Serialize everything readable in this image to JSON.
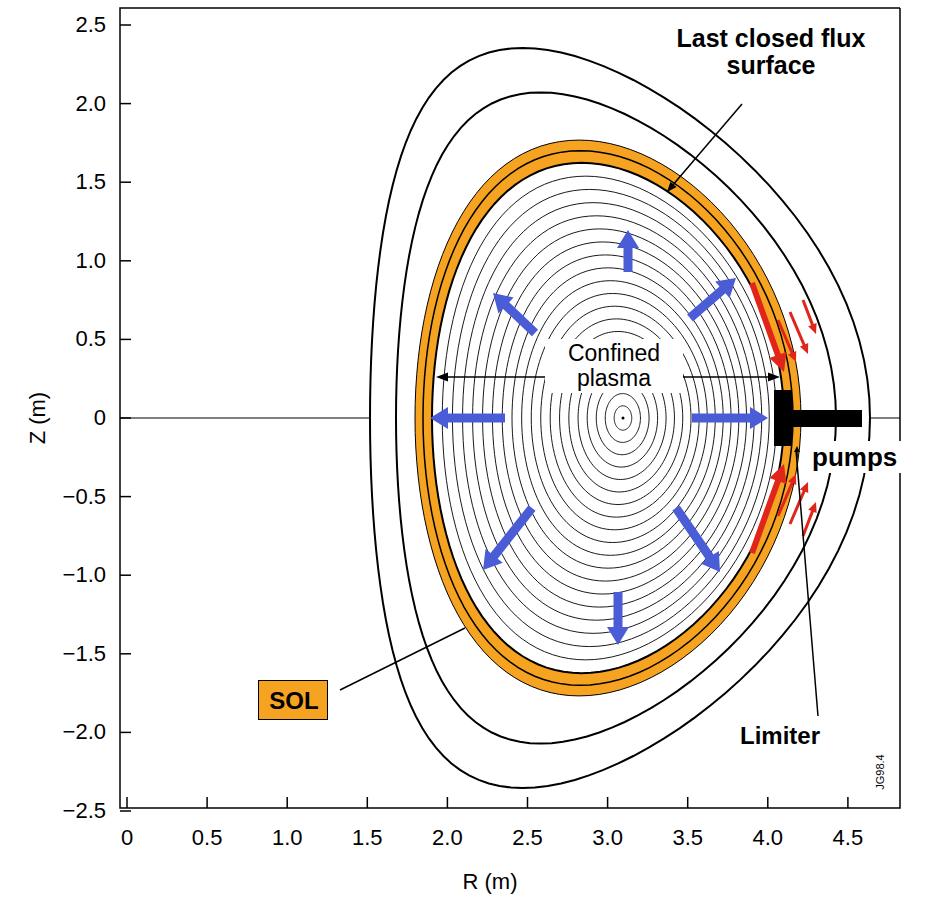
{
  "diagram": {
    "nodes": [
      {
        "text": [
          "SOL"
        ]
      }
    ],
    "labels": [
      "Last closed flux surface",
      "Confined plasma",
      "pumps",
      "Limiter",
      "2.5",
      "2.0",
      "1.5",
      "1.0",
      "0.5",
      "0",
      "−0.5",
      "−1.0",
      "−1.5",
      "−2.0",
      "−2.5",
      "Z (m)",
      "0",
      "0.5",
      "1.0",
      "1.5",
      "2.0",
      "2.5",
      "3.0",
      "3.5",
      "4.0",
      "4.5",
      "R (m)",
      "JG98.4"
    ]
  }
}
